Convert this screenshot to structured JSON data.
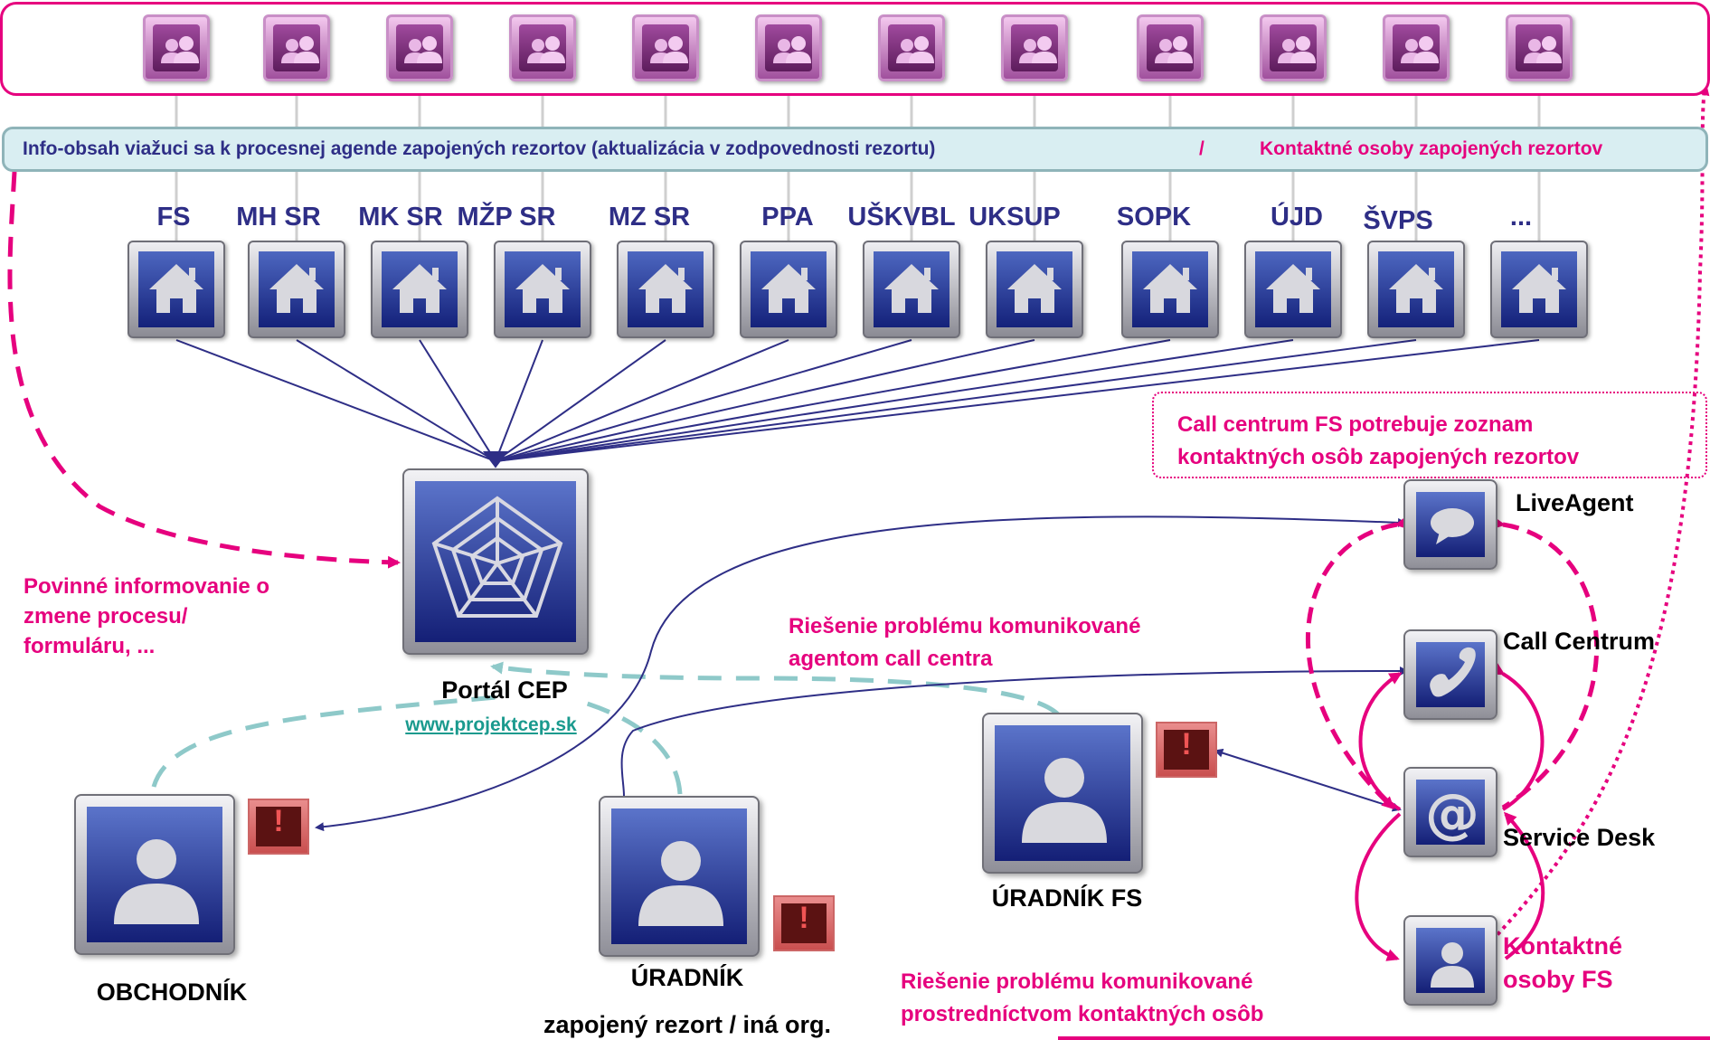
{
  "banner": {
    "left_text": "Info-obsah viažuci sa k procesnej agende zapojených rezortov  (aktualizácia v zodpovednosti rezortu)",
    "separator": "/",
    "right_text": "Kontaktné osoby zapojených rezortov"
  },
  "groups": {
    "count": 12,
    "icon": "people-group-icon"
  },
  "orgs": [
    "FS",
    "MH SR",
    "MK SR",
    "MŽP SR",
    "MZ SR",
    "PPA",
    "UŠKVBL",
    "UKSUP",
    "SOPK",
    "ÚJD",
    "ŠVPS",
    "..."
  ],
  "portal": {
    "label": "Portál CEP",
    "link": "www.projektcep.sk",
    "icon": "web-icon"
  },
  "left_note": [
    "Povinné informovanie o",
    "zmene procesu/",
    "formuláru, ..."
  ],
  "callcenter_note": [
    "Call centrum FS potrebuje zoznam",
    "kontaktných osôb zapojených rezortov"
  ],
  "middle_note": [
    "Riešenie problému komunikované",
    "agentom call centra"
  ],
  "bottom_note": [
    "Riešenie problému komunikované",
    "prostredníctvom kontaktných osôb"
  ],
  "actors": {
    "merchant": "OBCHODNÍK",
    "official": "ÚRADNÍK",
    "official_sub": "zapojený rezort / iná org.",
    "fs_official": "ÚRADNÍK FS"
  },
  "channels": {
    "liveagent": "LiveAgent",
    "callcentrum": "Call Centrum",
    "servicedesk": "Service Desk",
    "contacts": [
      "Kontaktné",
      "osoby FS"
    ]
  },
  "colors": {
    "accent": "#e6007e",
    "navy": "#2e2e86",
    "link": "#1a9a8e"
  }
}
